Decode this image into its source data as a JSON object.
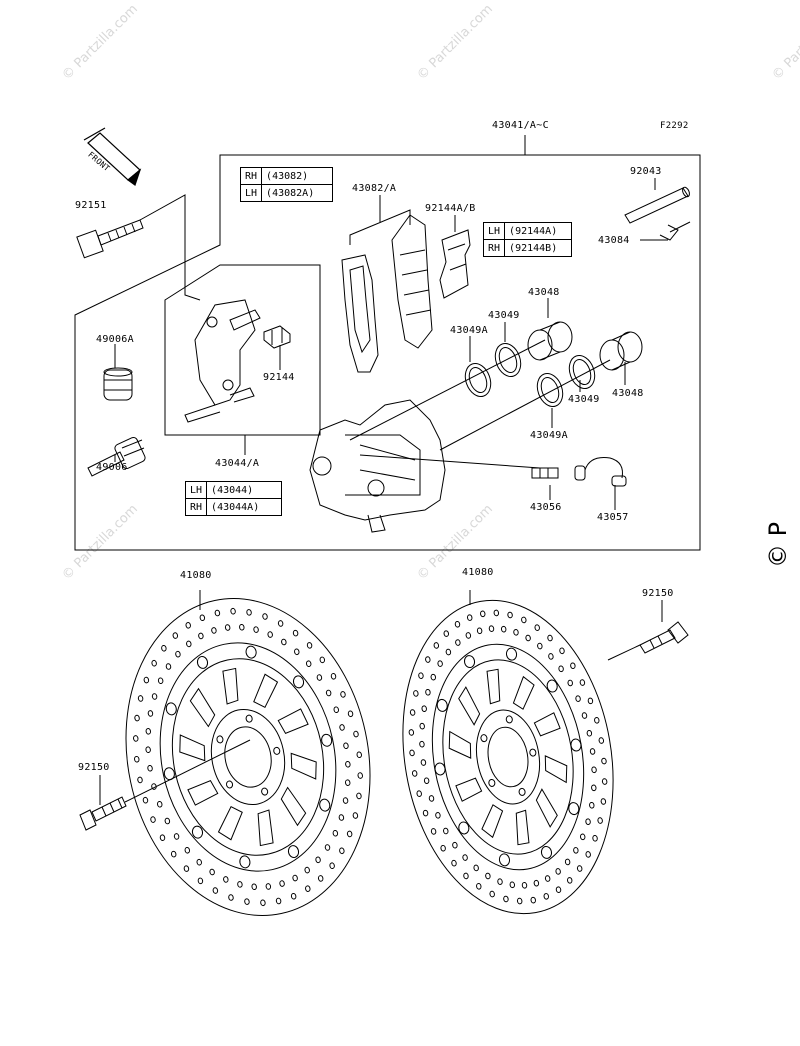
{
  "figure_code": "F2292",
  "watermark": "© Partzilla.com",
  "watermark_edge": "© P",
  "front_label": "FRONT",
  "callouts": {
    "assembly": "43041/A~C",
    "pin": "92043",
    "pin_clip": "43084",
    "bolt_top": "92151",
    "pad_set": "43082/A",
    "pad_spring": "92144A/B",
    "dust_boot": "49006A",
    "slide_pin": "49006",
    "spring_clip": "92144",
    "bracket": "43044/A",
    "piston_1": "43048",
    "piston_2": "43048",
    "seal_1": "43049",
    "seal_2": "43049",
    "seal_a_1": "43049A",
    "seal_a_2": "43049A",
    "bleeder": "43056",
    "bleeder_cap": "43057",
    "disc_left": "41080",
    "disc_right": "41080",
    "disc_bolt_left": "92150",
    "disc_bolt_right": "92150"
  },
  "tables": {
    "pads": [
      {
        "side": "RH",
        "part": "(43082)"
      },
      {
        "side": "LH",
        "part": "(43082A)"
      }
    ],
    "springs": [
      {
        "side": "LH",
        "part": "(92144A)"
      },
      {
        "side": "RH",
        "part": "(92144B)"
      }
    ],
    "brackets": [
      {
        "side": "LH",
        "part": "(43044)"
      },
      {
        "side": "RH",
        "part": "(43044A)"
      }
    ]
  }
}
